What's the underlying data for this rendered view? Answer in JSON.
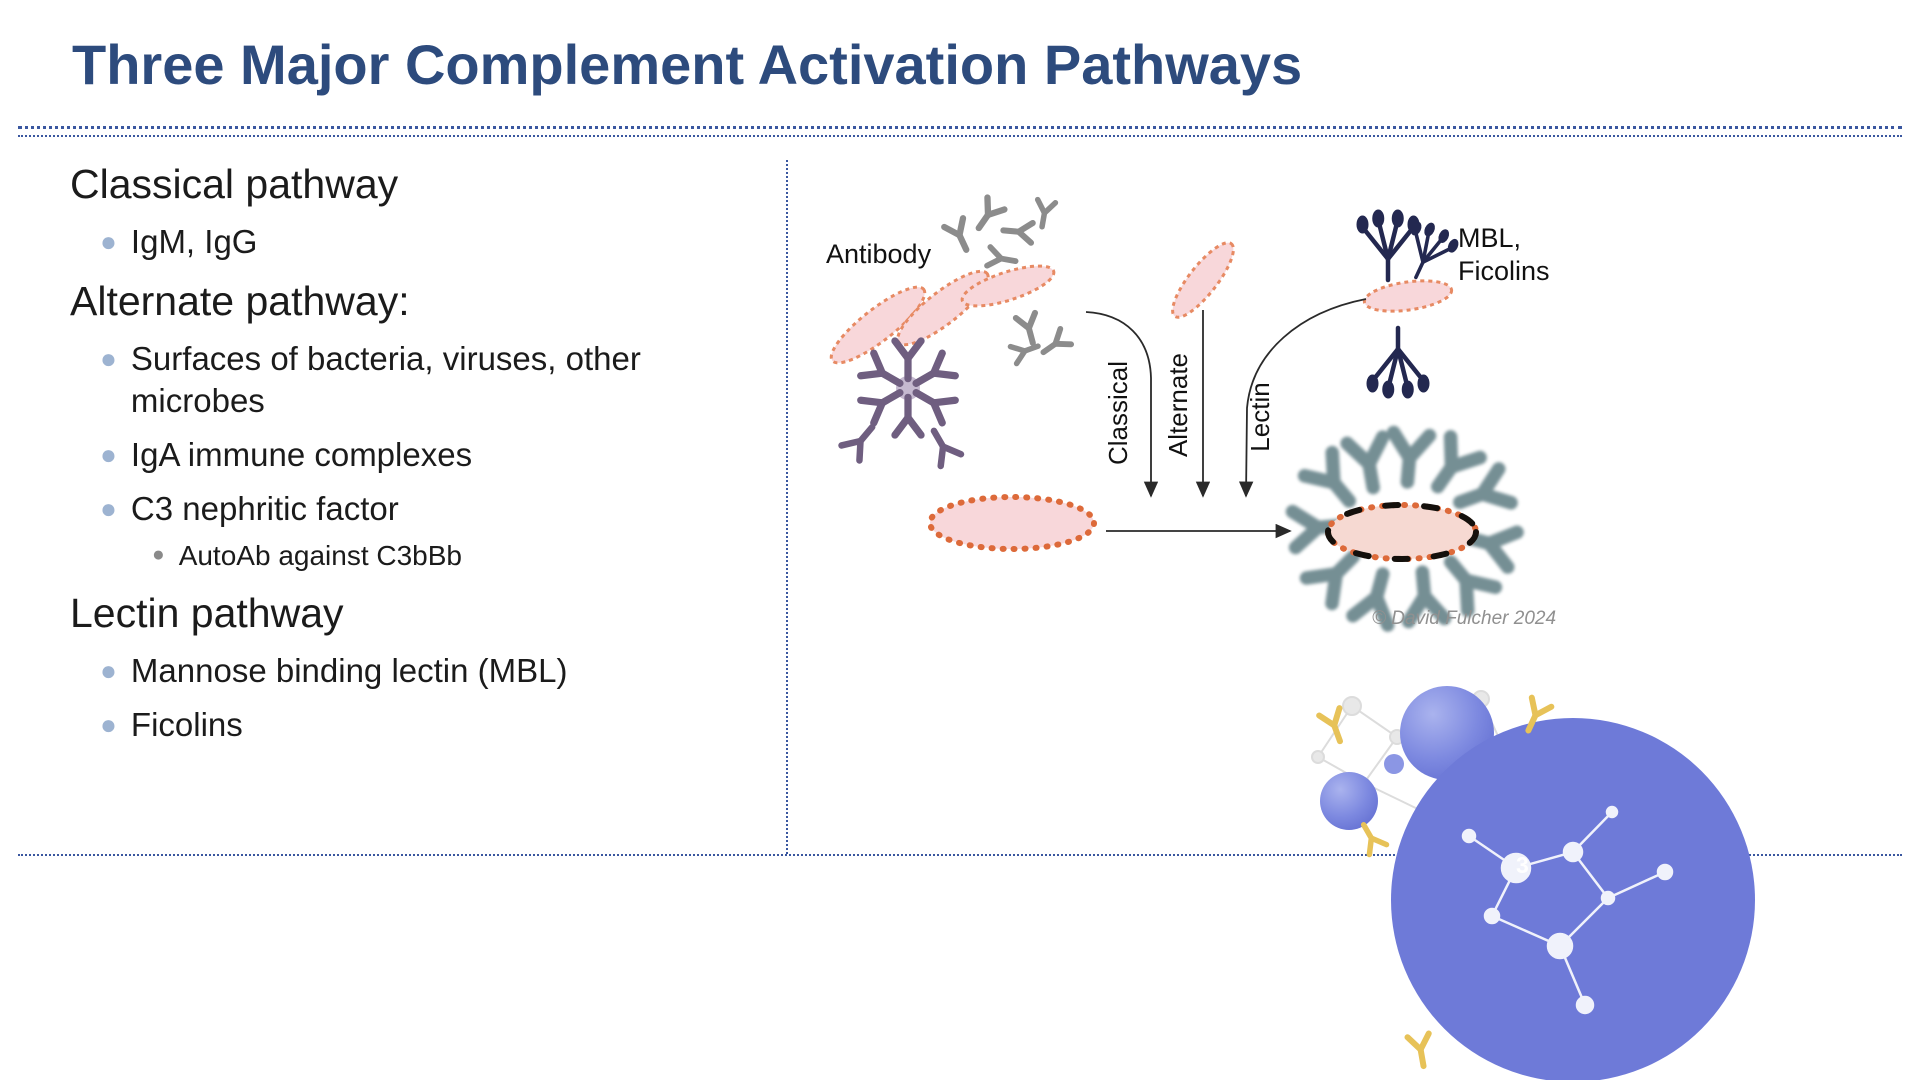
{
  "slide": {
    "title": "Three Major Complement Activation Pathways",
    "page_number": "3"
  },
  "outline": {
    "sections": [
      {
        "heading": "Classical pathway",
        "bullets": [
          "IgM, IgG"
        ]
      },
      {
        "heading": "Alternate pathway:",
        "bullets": [
          "Surfaces of bacteria, viruses, other microbes",
          "IgA immune complexes",
          "C3 nephritic factor"
        ],
        "subbullets": [
          "AutoAb against C3bBb"
        ]
      },
      {
        "heading": "Lectin pathway",
        "bullets": [
          "Mannose binding lectin (MBL)",
          "Ficolins"
        ]
      }
    ]
  },
  "diagram": {
    "antibody_label": "Antibody",
    "mbl_label_line1": "MBL,",
    "mbl_label_line2": "Ficolins",
    "arrow_labels": {
      "classical": "Classical",
      "alternate": "Alternate",
      "lectin": "Lectin"
    },
    "copyright": "© David Fulcher 2024"
  },
  "colors": {
    "title_blue": "#2d4b7d",
    "divider_blue": "#3a57a0",
    "bullet_blue": "#9db3d1",
    "oval_fill": "#f8d7da",
    "oval_stroke": "#e78a63",
    "oval_rim_orange": "#dd6a3a",
    "igg_gray": "#8c8c8c",
    "igm_purple": "#6f5e80",
    "lectin_navy": "#232850",
    "teal_complex": "#5d7b82",
    "network_blue": "#6e7ad8",
    "antibody_yellow": "#e7c258"
  }
}
